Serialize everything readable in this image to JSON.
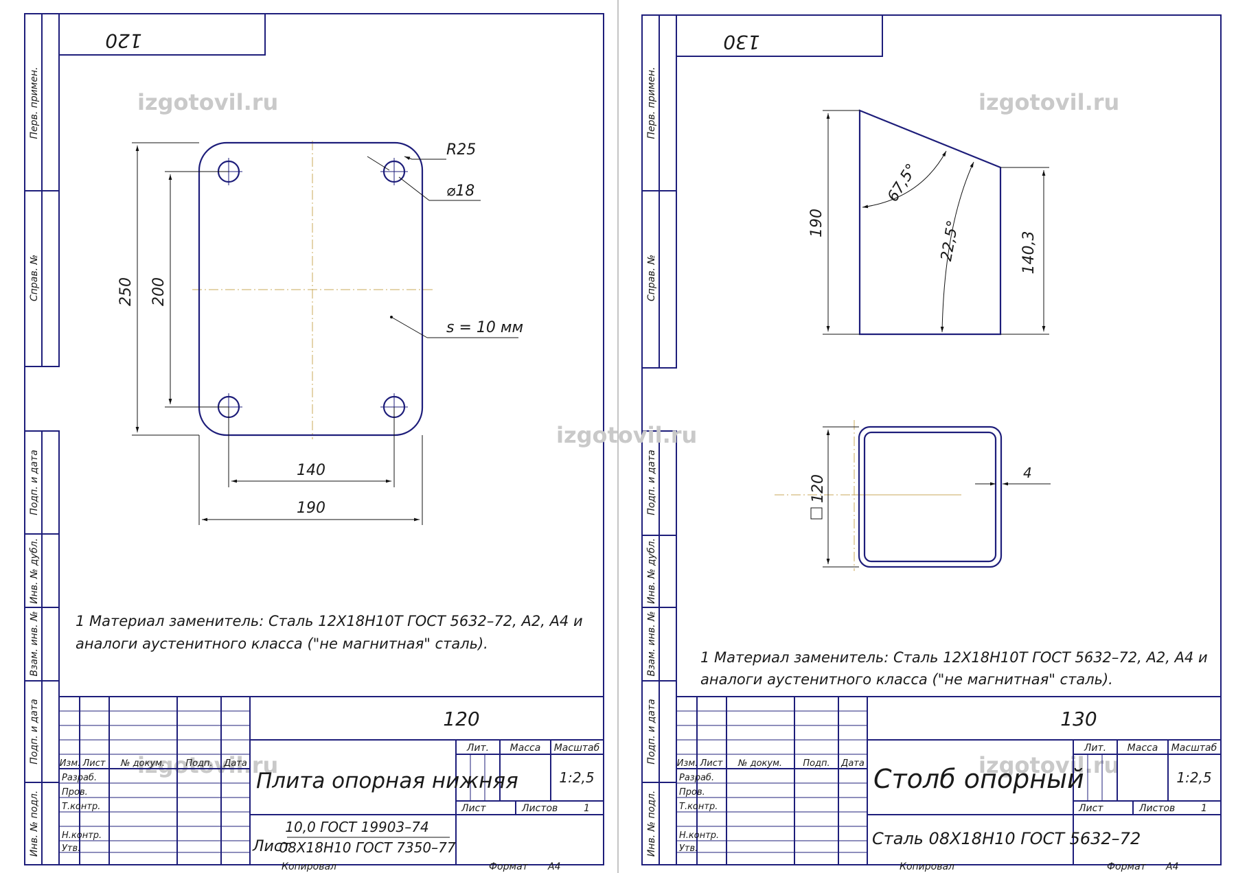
{
  "watermark": "izgotovil.ru",
  "sheets": [
    {
      "id": "left",
      "top_number": "120",
      "stamp_number": "120",
      "side_labels": [
        "Перв. примен.",
        "Справ. №",
        "Подп. и дата",
        "Инв. № дубл.",
        "Взам. инв. №",
        "Подп. и дата",
        "Инв. № подл."
      ],
      "dims": {
        "r": "R25",
        "hole": "⌀18",
        "thickness": "s = 10 мм",
        "h_outer": "250",
        "h_holes": "200",
        "w_holes": "140",
        "w_outer": "190"
      },
      "note_line1": "1 Материал заменитель: Сталь 12Х18Н10Т ГОСТ 5632–72, А2, А4 и",
      "note_line2": "аналоги аустенитного класса (\"не магнитная\" сталь).",
      "title": "Плита опорная нижняя",
      "material_line1": "10,0 ГОСТ 19903–74",
      "material_prefix": "Лист",
      "material_line2": "08Х18Н10 ГОСТ 7350–77",
      "scale": "1:2,5",
      "sheets_total": "1"
    },
    {
      "id": "right",
      "top_number": "130",
      "stamp_number": "130",
      "side_labels": [
        "Перв. примен.",
        "Справ. №",
        "Подп. и дата",
        "Инв. № дубл.",
        "Взам. инв. №",
        "Подп. и дата",
        "Инв. № подл."
      ],
      "dims": {
        "h_left": "190",
        "angle1": "67,5°",
        "angle2": "22,5°",
        "h_right": "140,3",
        "square": "120",
        "wall": "4"
      },
      "note_line1": "1 Материал заменитель: Сталь 12Х18Н10Т ГОСТ 5632–72, А2, А4 и",
      "note_line2": "аналоги аустенитного класса (\"не магнитная\" сталь).",
      "title": "Столб опорный",
      "material_line1": "Сталь 08Х18Н10 ГОСТ 5632–72",
      "scale": "1:2,5",
      "sheets_total": "1"
    }
  ],
  "stamp_labels": {
    "izm": "Изм.",
    "list": "Лист",
    "doc": "№ докум.",
    "podp": "Подп.",
    "data": "Дата",
    "razrab": "Разраб.",
    "prov": "Пров.",
    "tkontr": "Т.контр.",
    "nkontr": "Н.контр.",
    "utv": "Утв.",
    "lit": "Лит.",
    "massa": "Масса",
    "masshtab": "Масштаб",
    "list2": "Лист",
    "listov": "Листов"
  },
  "footer": {
    "kopiroval": "Копировал",
    "format": "Формат",
    "format_value": "А4"
  }
}
